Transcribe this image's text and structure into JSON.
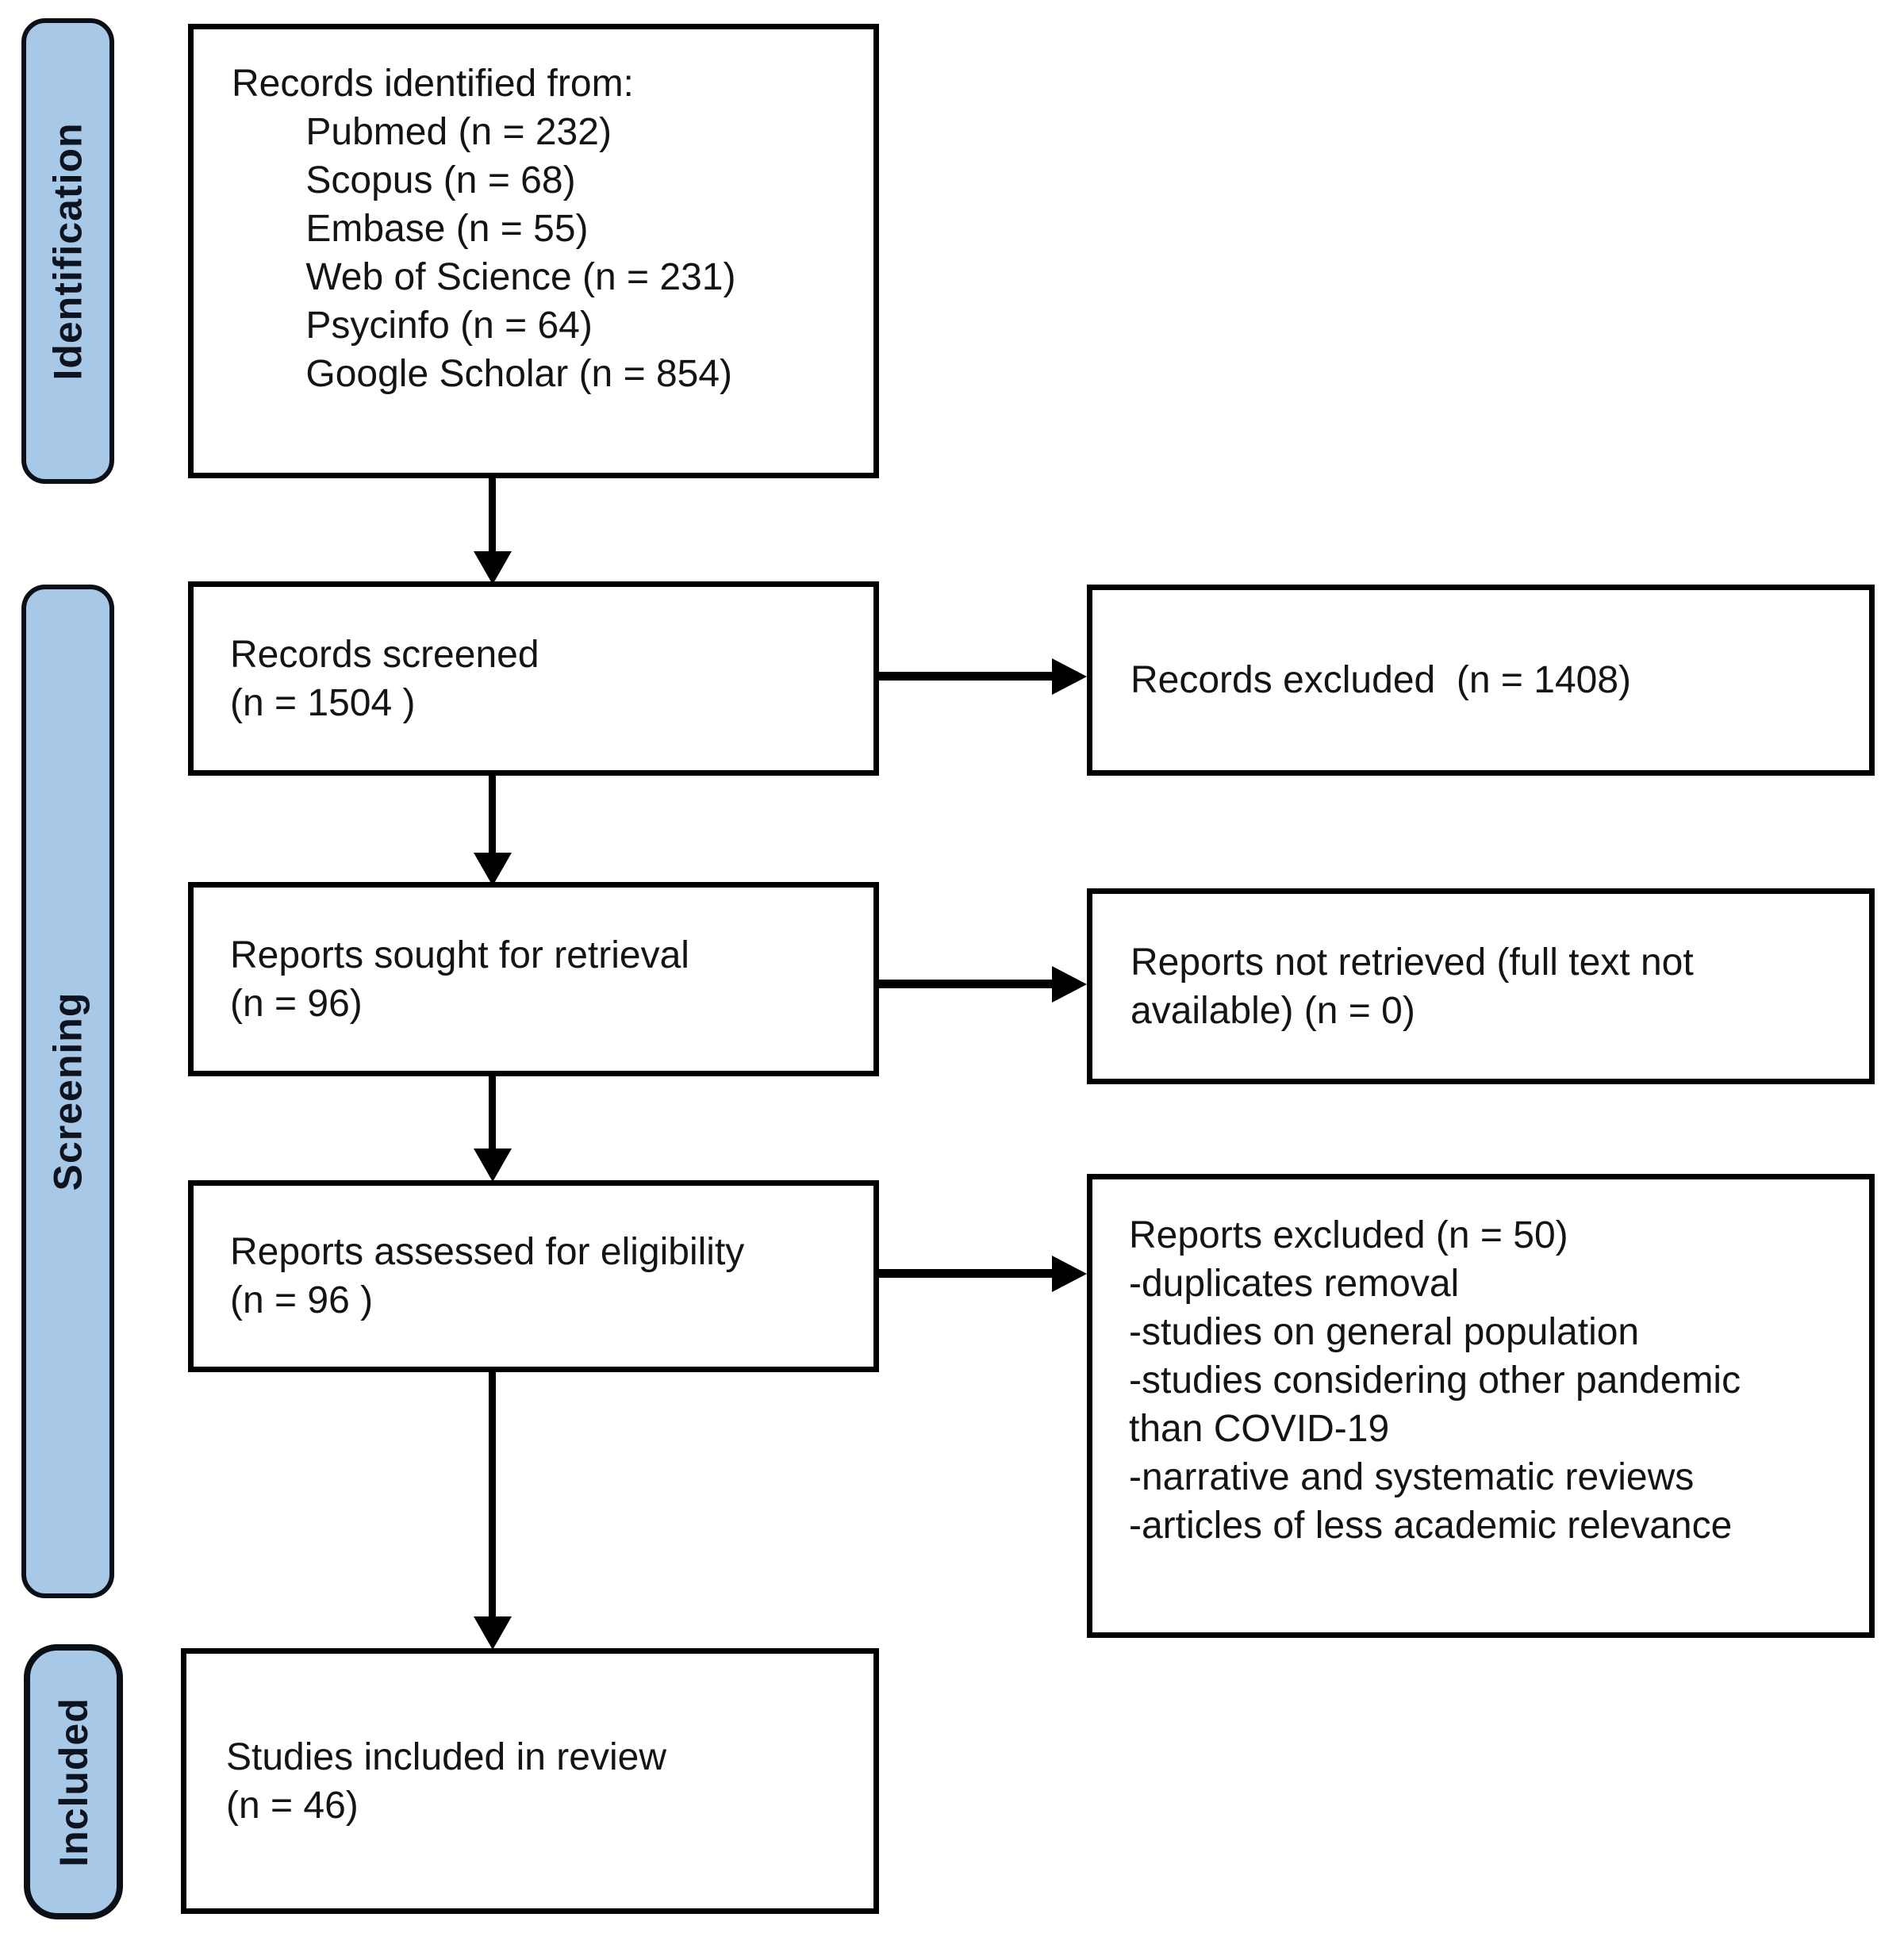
{
  "stages": [
    {
      "label": "Identification"
    },
    {
      "label": "Screening"
    },
    {
      "label": "Included"
    }
  ],
  "boxes": {
    "identified": {
      "text": "Records identified from:\n       Pubmed (n = 232)\n       Scopus (n = 68)\n       Embase (n = 55)\n       Web of Science (n = 231)\n       Psycinfo (n = 64)\n       Google Scholar (n = 854)"
    },
    "screened": {
      "text": "Records screened\n(n = 1504 )"
    },
    "records_excluded": {
      "text": "Records excluded  (n = 1408)"
    },
    "sought": {
      "text": "Reports sought for retrieval\n(n = 96)"
    },
    "not_retrieved": {
      "text": "Reports not retrieved (full text not\navailable) (n = 0)"
    },
    "assessed": {
      "text": "Reports assessed for eligibility\n(n = 96 )"
    },
    "reports_excluded": {
      "text": "Reports excluded (n = 50)\n-duplicates removal\n-studies on general population\n-studies considering other pandemic\nthan COVID-19\n-narrative and systematic reviews\n-articles of less academic relevance"
    },
    "included": {
      "text": "Studies included in review\n(n = 46)"
    }
  },
  "colors": {
    "stage_fill": "#A8C8E8",
    "box_border": "#000000",
    "arrow": "#000000",
    "text": "#141414",
    "background": "#FFFFFF"
  }
}
